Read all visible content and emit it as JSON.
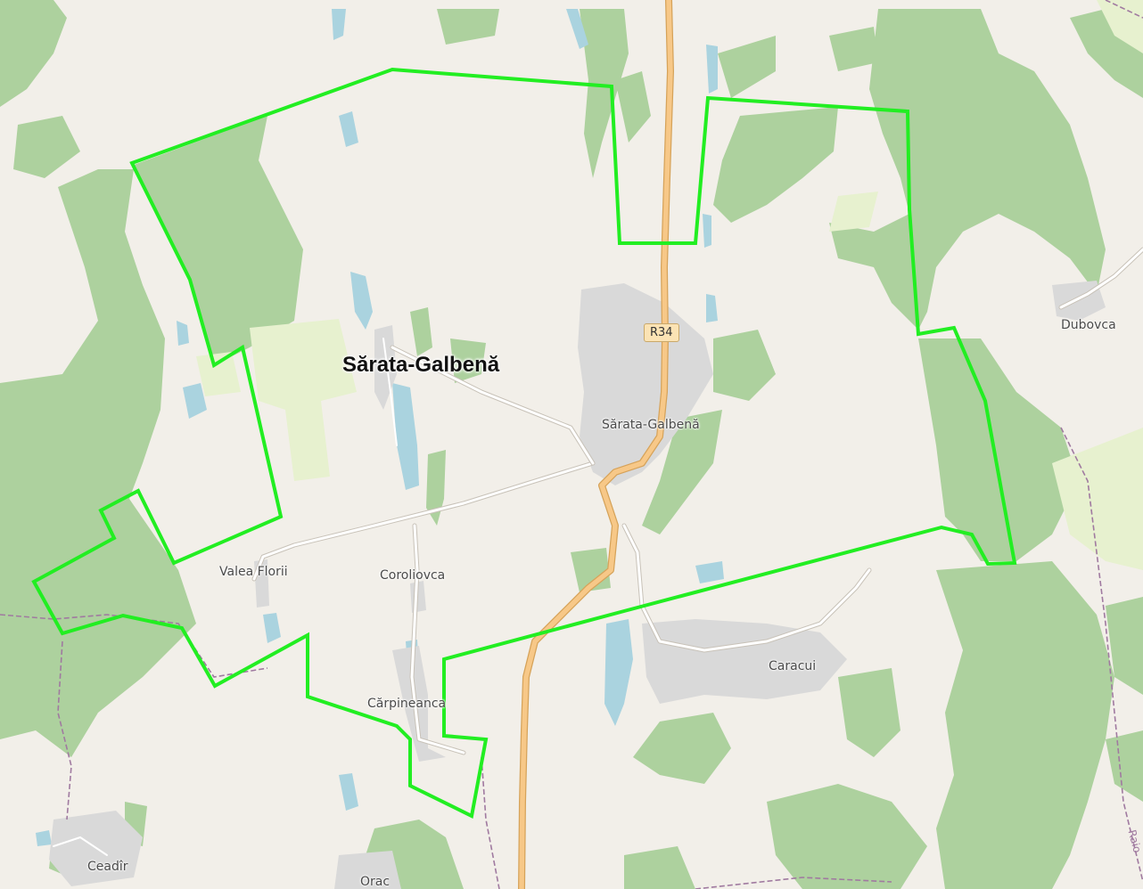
{
  "map": {
    "colors": {
      "background": "#f2efe9",
      "forest": "#add19e",
      "meadow": "#e7f1cf",
      "water": "#aad3df",
      "residential": "#d9d9d9",
      "main_road": "#f7c888",
      "minor_road": "#ffffff",
      "admin_border": "#a07aa0",
      "boundary": "#22ee22"
    },
    "highlight": {
      "name": "Sărata-Galbenă"
    },
    "road_shield": "R34",
    "places": [
      {
        "id": "sarata-town",
        "name": "Sărata-Galbenă"
      },
      {
        "id": "valea-florii",
        "name": "Valea Florii"
      },
      {
        "id": "coroliovca",
        "name": "Coroliovca"
      },
      {
        "id": "carpineanca",
        "name": "Cărpineanca"
      },
      {
        "id": "caracui",
        "name": "Caracui"
      },
      {
        "id": "dubovca",
        "name": "Dubovca"
      },
      {
        "id": "ceadir",
        "name": "Ceadîr"
      },
      {
        "id": "orac",
        "name": "Orac"
      }
    ],
    "edge_label": "Raio"
  }
}
